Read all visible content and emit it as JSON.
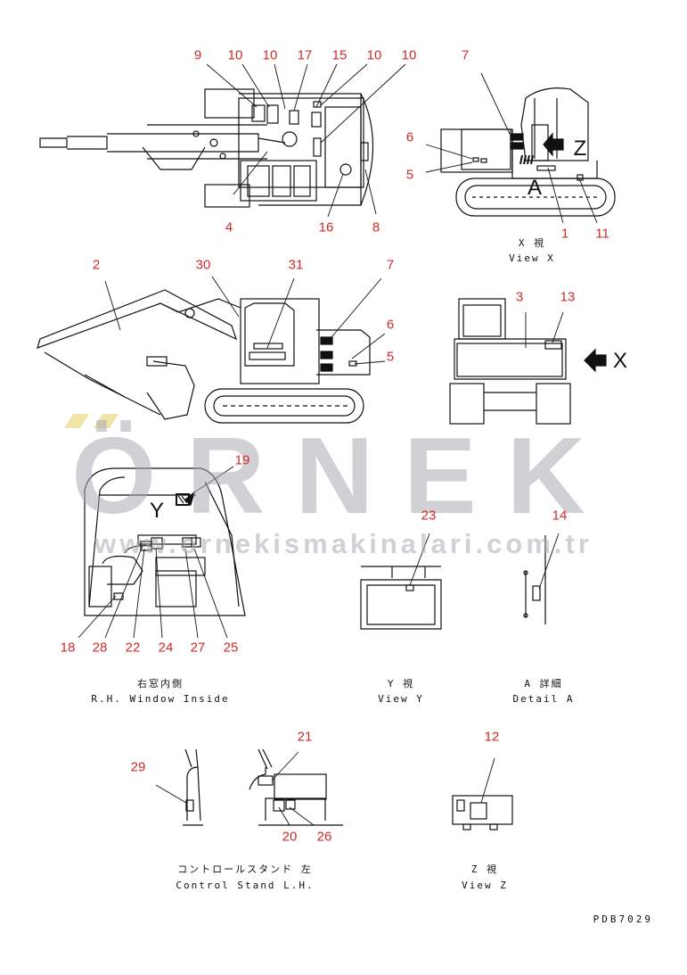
{
  "watermark": {
    "brand": "ÖRNEK",
    "url": "www.ornekismakinalari.com.tr"
  },
  "drawing_code": "PDB7029",
  "captions": {
    "view_x_jp": "X 視",
    "view_x_en": "View X",
    "window_jp": "右窓内側",
    "window_en": "R.H. Window Inside",
    "view_y_jp": "Y 視",
    "view_y_en": "View Y",
    "detail_a_jp": "A 詳細",
    "detail_a_en": "Detail A",
    "control_jp": "コントロールスタンド 左",
    "control_en": "Control Stand L.H.",
    "view_z_jp": "Z 視",
    "view_z_en": "View Z"
  },
  "view_letters": {
    "x": "X",
    "y": "Y",
    "z": "Z",
    "a": "A"
  },
  "callouts": {
    "top_plan": [
      "9",
      "10",
      "10",
      "17",
      "15",
      "10",
      "10",
      "4",
      "16",
      "8"
    ],
    "view_x": [
      "7",
      "6",
      "5",
      "1",
      "11"
    ],
    "side": [
      "2",
      "30",
      "31",
      "7",
      "6",
      "5"
    ],
    "rear": [
      "3",
      "13"
    ],
    "window": [
      "19",
      "18",
      "28",
      "22",
      "24",
      "27",
      "25"
    ],
    "view_y": [
      "23"
    ],
    "detail_a": [
      "14"
    ],
    "control": [
      "29",
      "21",
      "20",
      "26"
    ],
    "view_z": [
      "12"
    ]
  }
}
